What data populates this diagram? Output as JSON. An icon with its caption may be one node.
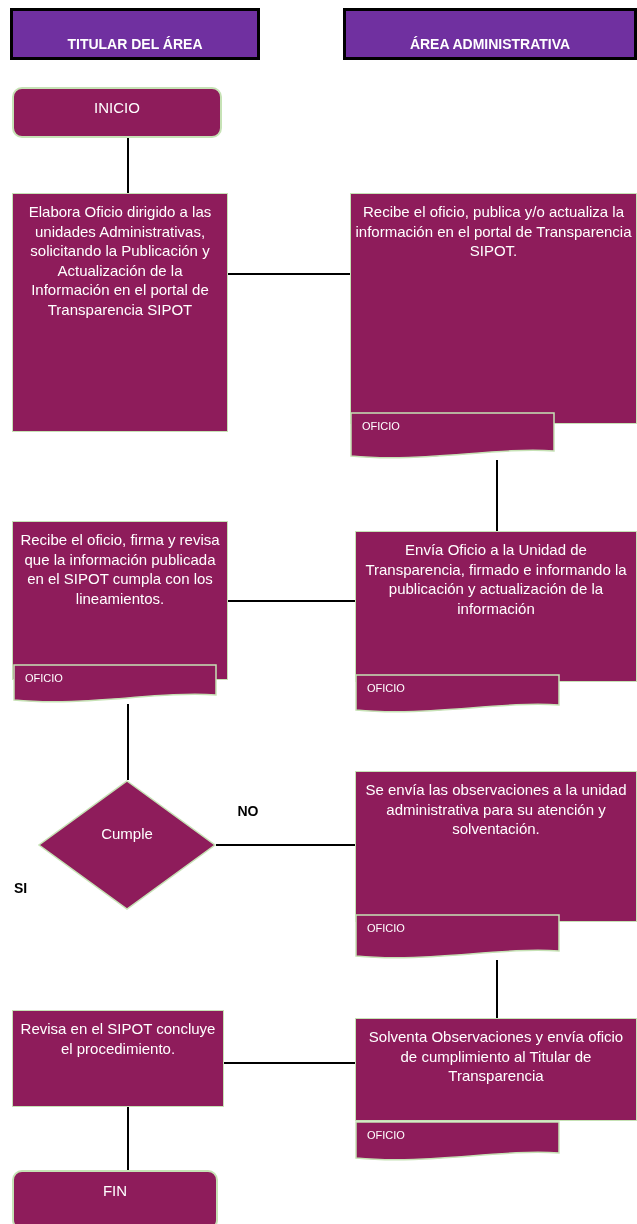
{
  "diagram": {
    "nodes": [
      {
        "text": [
          "TITULAR DEL ÁREA"
        ]
      },
      {
        "text": [
          "ÁREA ADMINISTRATIVA"
        ]
      },
      {
        "text": [
          "INICIO"
        ]
      },
      {
        "text": [
          "Elabora Oficio dirigido a las unidades Administrativas, solicitando la Publicación y Actualización de la Información en el portal de Transparencia SIPOT"
        ]
      },
      {
        "text": [
          "Recibe el oficio, publica y/o actualiza la información en el portal de Transparencia SIPOT."
        ]
      },
      {
        "text": [
          "OFICIO"
        ]
      },
      {
        "text": [
          "Recibe el oficio, firma y revisa que la información publicada en el SIPOT cumpla con los lineamientos."
        ]
      },
      {
        "text": [
          "OFICIO"
        ]
      },
      {
        "text": [
          "Envía Oficio a la Unidad de Transparencia, firmado e informando la publicación y actualización de la información"
        ]
      },
      {
        "text": [
          "OFICIO"
        ]
      },
      {
        "text": [
          "Cumple"
        ]
      },
      {
        "text": [
          "Se envía las observaciones a la unidad administrativa para su atención y solventación."
        ]
      },
      {
        "text": [
          "OFICIO"
        ]
      },
      {
        "text": [
          "Revisa en el SIPOT concluye el procedimiento."
        ]
      },
      {
        "text": [
          "Solventa Observaciones y envía oficio de cumplimiento al Titular de Transparencia"
        ]
      },
      {
        "text": [
          "OFICIO"
        ]
      },
      {
        "text": [
          "FIN"
        ]
      }
    ],
    "edges": [
      {
        "from": 2,
        "to": 3,
        "arrow": "none"
      },
      {
        "from": 3,
        "to": 4,
        "arrow": "none"
      },
      {
        "from": 5,
        "to": 8,
        "arrow": "none"
      },
      {
        "from": 8,
        "to": 6,
        "arrow": "none"
      },
      {
        "from": 7,
        "to": 10,
        "arrow": "none"
      },
      {
        "from": 10,
        "to": 11,
        "label": "NO",
        "arrow": "none"
      },
      {
        "from": 12,
        "to": 14,
        "arrow": "none"
      },
      {
        "from": 14,
        "to": 13,
        "arrow": "none"
      },
      {
        "from": 13,
        "to": 16,
        "arrow": "none"
      }
    ],
    "labels": [
      "SI"
    ]
  }
}
